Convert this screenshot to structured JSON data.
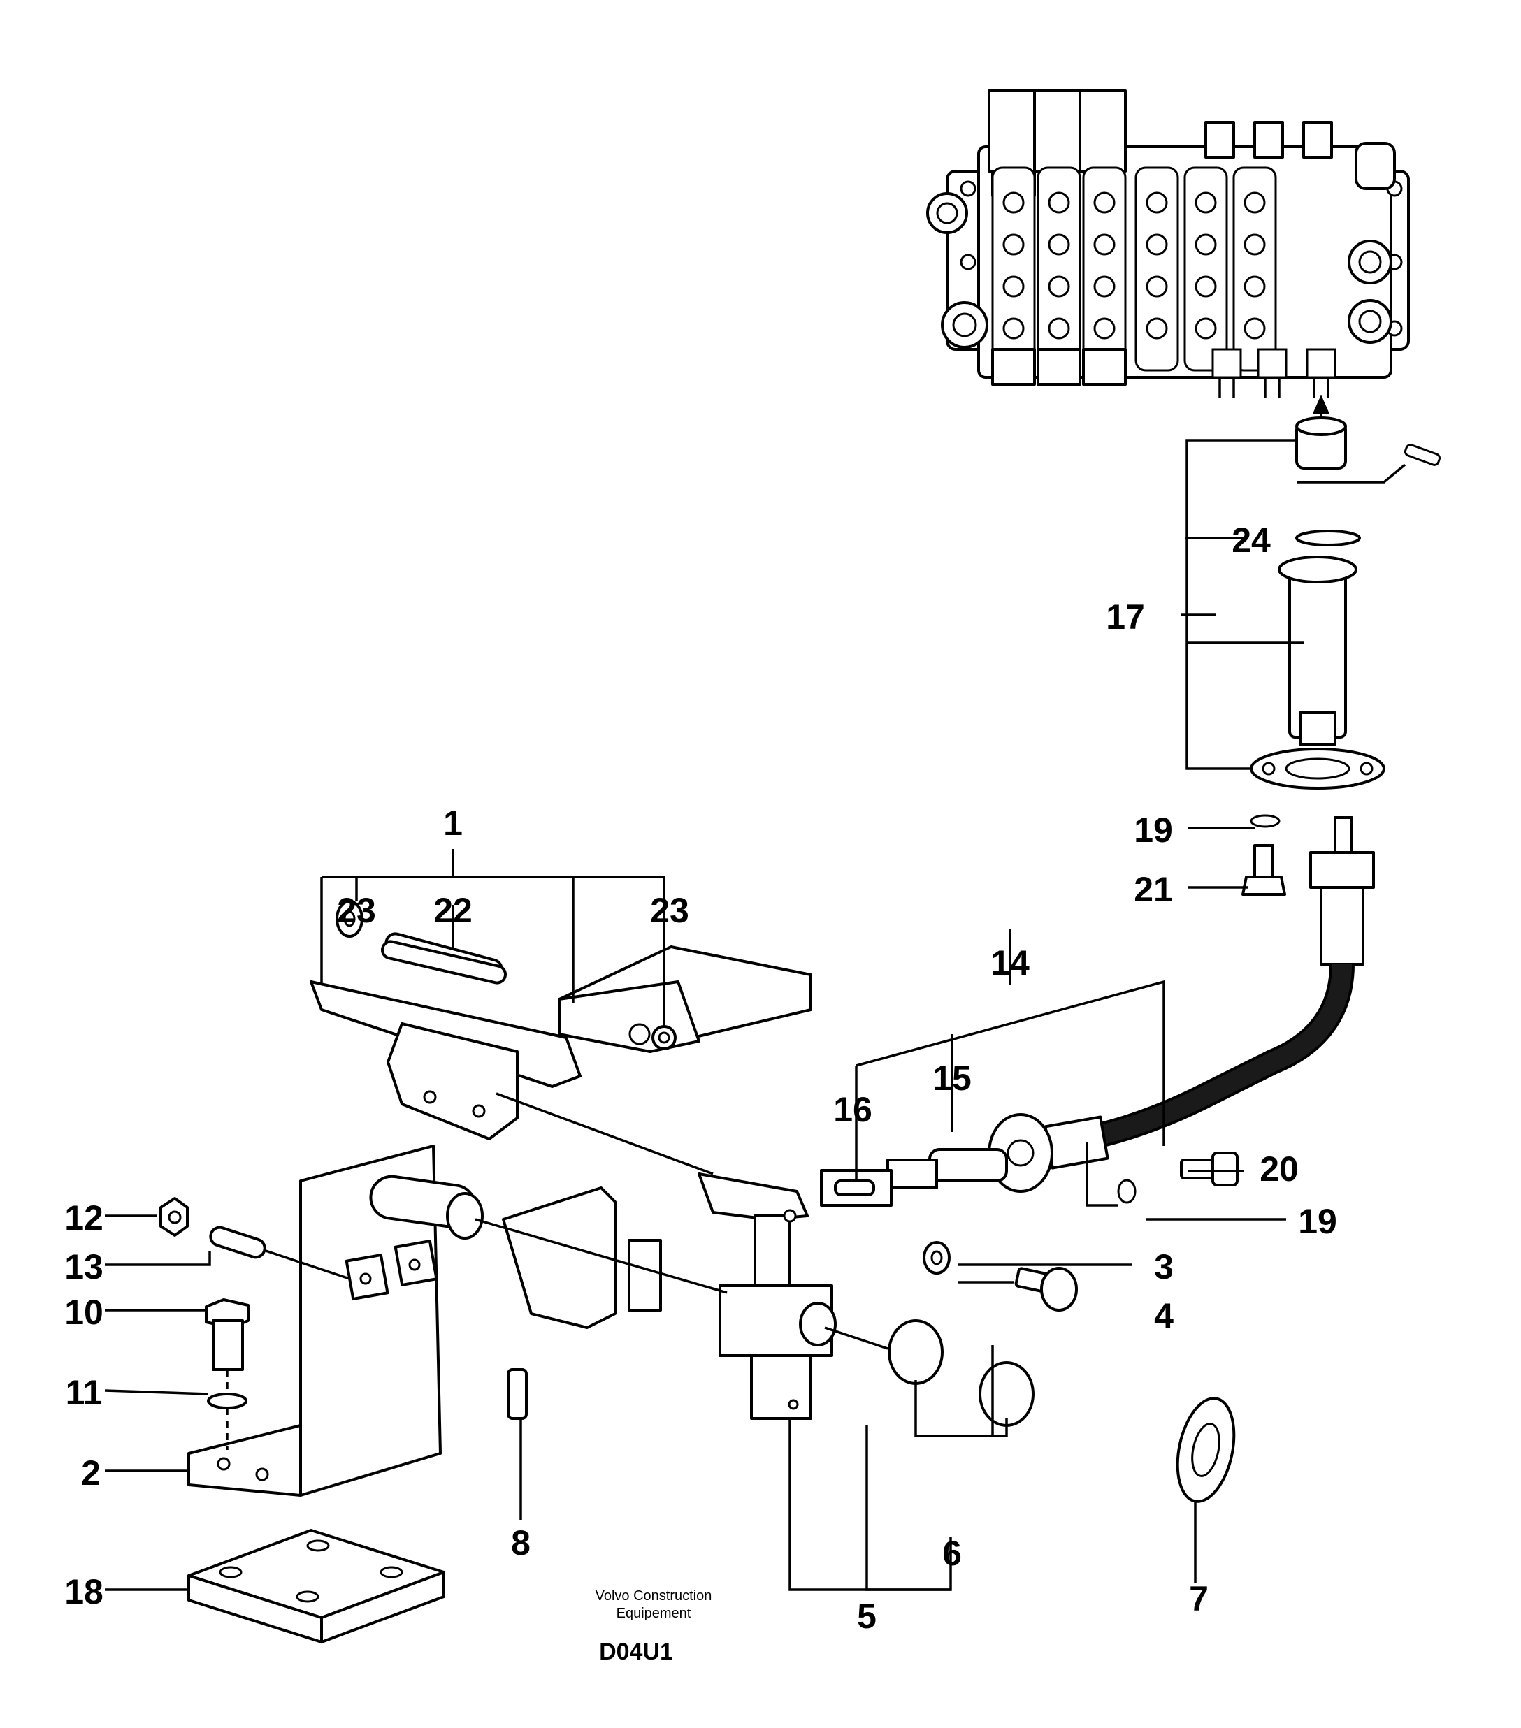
{
  "footer": {
    "company_line1": "Volvo Construction",
    "company_line2": "Equipement",
    "drawing_code": "D04U1"
  },
  "callouts": {
    "c1": "1",
    "c2": "2",
    "c3": "3",
    "c4": "4",
    "c5": "5",
    "c6": "6",
    "c7": "7",
    "c8": "8",
    "c10": "10",
    "c11": "11",
    "c12": "12",
    "c13": "13",
    "c14": "14",
    "c15": "15",
    "c16": "16",
    "c17": "17",
    "c18": "18",
    "c19a": "19",
    "c19b": "19",
    "c20": "20",
    "c21": "21",
    "c22": "22",
    "c23a": "23",
    "c23b": "23",
    "c24": "24"
  }
}
